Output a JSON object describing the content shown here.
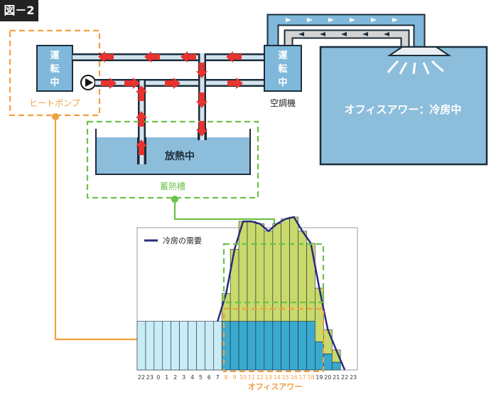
{
  "figure_label": "図－2",
  "heat_pump": {
    "unit_text": [
      "運",
      "転",
      "中"
    ],
    "label": "ヒートポンプ"
  },
  "air_conditioner": {
    "unit_text": [
      "運",
      "転",
      "中"
    ],
    "label": "空調機"
  },
  "office": {
    "label": "オフィスアワー：冷房中"
  },
  "storage_tank": {
    "status": "放熱中",
    "label": "蓄熱槽"
  },
  "colors": {
    "pipe_arrow": "#e8332f",
    "unit_blue": "#7fb8da",
    "hp_outline": "#f0a040",
    "tank_outline": "#6cc24a",
    "demand_line": "#2a2d7a"
  },
  "chart_data": {
    "type": "bar",
    "legend": "冷房の需要",
    "categories": [
      "22",
      "23",
      "0",
      "1",
      "2",
      "3",
      "4",
      "5",
      "6",
      "7",
      "8",
      "9",
      "10",
      "11",
      "12",
      "13",
      "14",
      "15",
      "16",
      "17",
      "18",
      "19",
      "20",
      "21",
      "22",
      "23"
    ],
    "base_values": [
      1,
      1,
      1,
      1,
      1,
      1,
      1,
      1,
      1,
      1,
      1,
      1,
      1,
      1,
      1,
      1,
      1,
      1,
      1,
      1,
      1,
      0.58,
      0.33,
      0.16,
      0,
      0
    ],
    "demand_values": [
      0,
      0,
      0,
      0,
      0,
      0,
      0,
      0,
      0,
      0,
      0.57,
      1.48,
      2.05,
      2.05,
      2.0,
      1.85,
      2.0,
      2.1,
      2.14,
      1.85,
      1.6,
      1.1,
      0.5,
      0.25,
      0,
      0
    ],
    "ylim": [
      0,
      2.6
    ],
    "highlight_label": "オフィスアワー"
  }
}
